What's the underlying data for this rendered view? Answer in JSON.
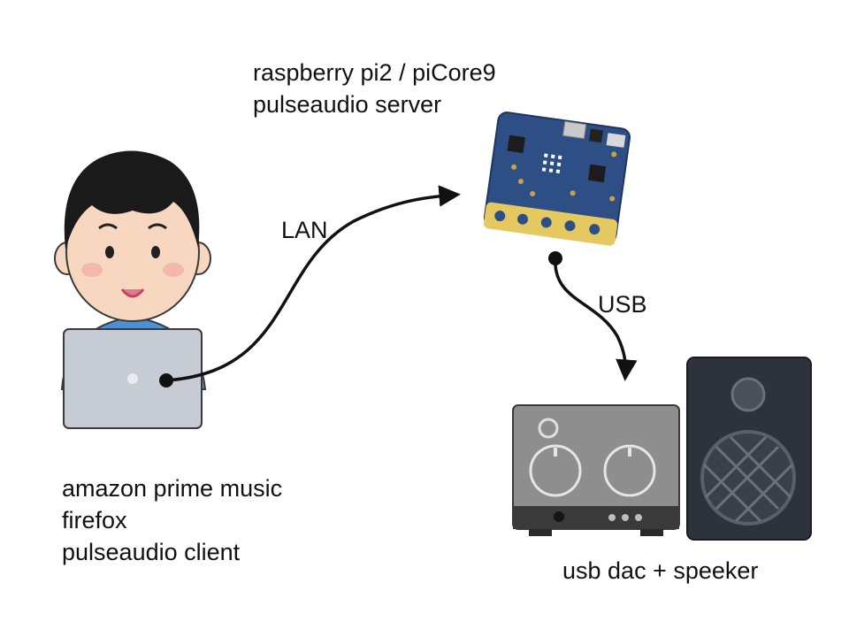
{
  "labels": {
    "server": [
      "raspberry pi2 / piCore9",
      "pulseaudio server"
    ],
    "client": [
      "amazon prime music",
      "firefox",
      "pulseaudio client"
    ],
    "output": "usb dac + speeker",
    "lan": "LAN",
    "usb": "USB"
  },
  "nodes": [
    {
      "id": "client",
      "icon": "person-with-laptop-icon"
    },
    {
      "id": "server",
      "icon": "circuit-board-icon"
    },
    {
      "id": "output",
      "icon": "amplifier-and-speaker-icon"
    }
  ],
  "connections": [
    {
      "from": "client",
      "to": "server",
      "label": "LAN"
    },
    {
      "from": "server",
      "to": "output",
      "label": "USB"
    }
  ],
  "colors": {
    "skin": "#f7d7bf",
    "hair": "#1a1a1a",
    "shirt": "#4f8fd4",
    "laptop": "#c7cbd3",
    "board": "#2d4f85",
    "board_pins": "#e3c95f",
    "amp": "#8e8e8e",
    "speaker": "#2e323b",
    "arrow": "#111111"
  }
}
